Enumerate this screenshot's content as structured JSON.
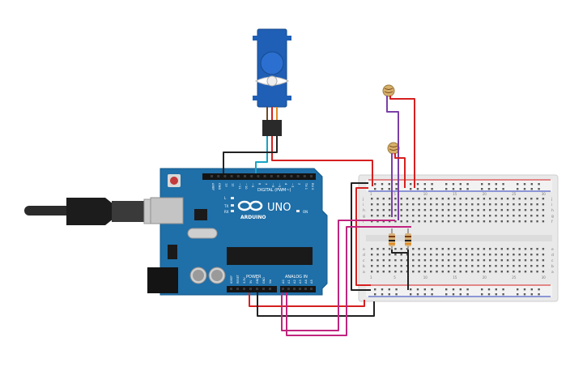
{
  "board": {
    "logo_text": "ARDUINO",
    "model": "UNO",
    "digital_label": "DIGITAL (PWM~)",
    "power_label": "POWER",
    "analog_label": "ANALOG IN",
    "on_label": "ON",
    "led_l": "L",
    "led_tx": "TX",
    "led_rx": "RX",
    "aref": "AREF",
    "gnd": "GND",
    "digital_pins": [
      "13",
      "12",
      "~11",
      "~10",
      "~9",
      "8",
      "7",
      "~6",
      "~5",
      "4",
      "~3",
      "2",
      "TX 1",
      "RX 0"
    ],
    "power_pins": [
      "IOREF",
      "RESET",
      "3.3V",
      "5V",
      "GND",
      "GND",
      "Vin"
    ],
    "analog_pins": [
      "A0",
      "A1",
      "A2",
      "A3",
      "A4",
      "A5"
    ]
  },
  "breadboard": {
    "col_numbers": [
      "1",
      "5",
      "10",
      "15",
      "20",
      "25",
      "30"
    ],
    "row_letters_top": [
      "j",
      "i",
      "h",
      "g",
      "f"
    ],
    "row_letters_bottom": [
      "e",
      "d",
      "c",
      "b",
      "a"
    ]
  },
  "colors": {
    "board": "#1f6fa8",
    "wire_red": "#d62020",
    "wire_black": "#222222",
    "wire_magenta": "#c0257f",
    "wire_purple": "#7a3fa8",
    "wire_teal": "#1aa3c4",
    "servo": "#1f5fb5"
  }
}
